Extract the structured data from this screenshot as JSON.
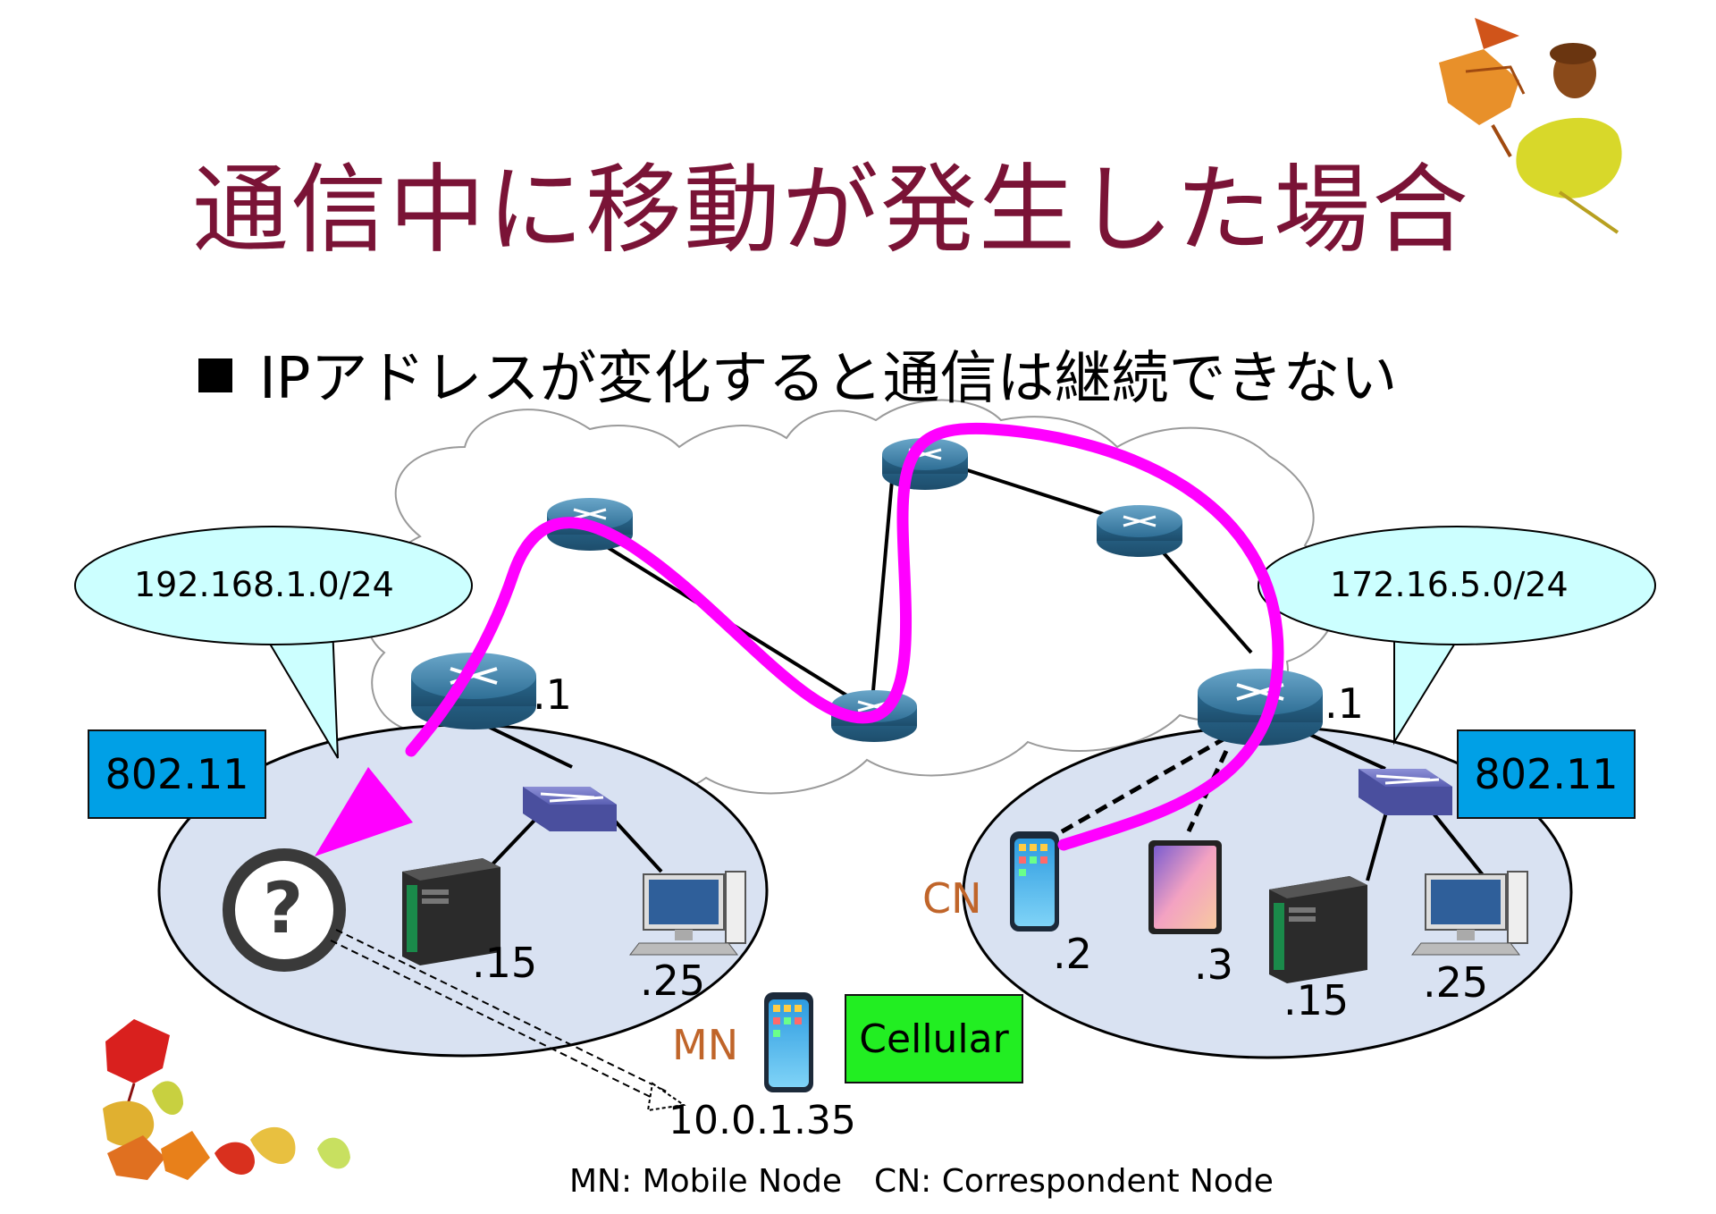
{
  "title": "通信中に移動が発生した場合",
  "bullet": "IPアドレスが変化すると通信は継続できない",
  "left_network": {
    "subnet": "192.168.1.0/24",
    "link": "802.11",
    "router_addr": ".1",
    "server_addr": ".15",
    "pc_addr": ".25",
    "unknown_symbol": "?"
  },
  "right_network": {
    "subnet": "172.16.5.0/24",
    "link": "802.11",
    "router_addr": ".1",
    "cn_addr": ".2",
    "tablet_addr": ".3",
    "server_addr": ".15",
    "pc_addr": ".25"
  },
  "cn_label": "CN",
  "mn_label": "MN",
  "mn_ip": "10.0.1.35",
  "cellular": "Cellular",
  "legend": "MN: Mobile Node　CN: Correspondent Node",
  "colors": {
    "title": "#7a1336",
    "path": "#ff00ff",
    "bubble": "#ccffff",
    "link_box": "#00a0e6",
    "cellular_box": "#22ee22",
    "lan": "#d9e2f2",
    "node_label": "#c0652a"
  }
}
